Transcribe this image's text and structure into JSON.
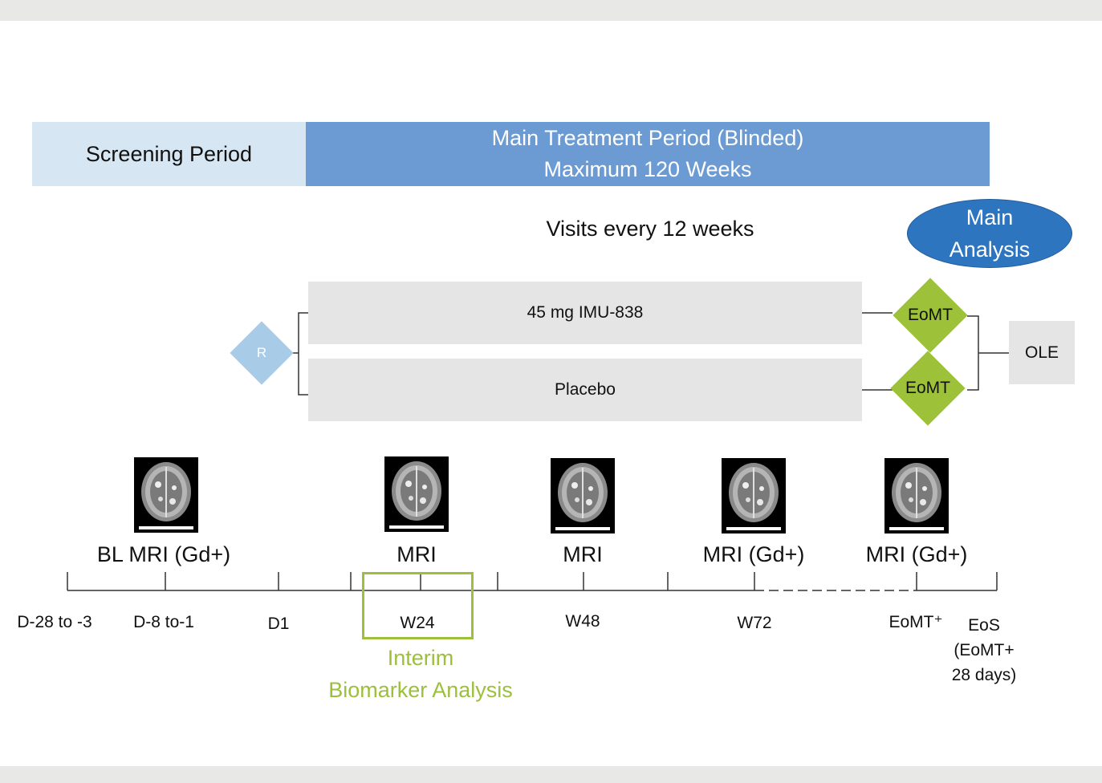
{
  "periods": {
    "screening": "Screening Period",
    "main_line1": "Main Treatment Period (Blinded)",
    "main_line2": "Maximum 120 Weeks"
  },
  "visits_note": "Visits every 12 weeks",
  "main_analysis": {
    "line1": "Main",
    "line2": "Analysis"
  },
  "randomization": "R",
  "arms": {
    "active": "45 mg IMU-838",
    "placebo": "Placebo"
  },
  "eomt": "EoMT",
  "ole": "OLE",
  "mri_labels": [
    "BL MRI (Gd+)",
    "MRI",
    "MRI",
    "MRI (Gd+)",
    "MRI (Gd+)"
  ],
  "timeline": {
    "d28": "D-28 to -3",
    "d8": "D-8 to-1",
    "d1": "D1",
    "w24": "W24",
    "w48": "W48",
    "w72": "W72",
    "eomt_plus": "EoMT⁺",
    "eos_line1": "EoS",
    "eos_line2": "(EoMT+",
    "eos_line3": "28 days)"
  },
  "interim": {
    "line1": "Interim",
    "line2": "Biomarker Analysis"
  },
  "colors": {
    "screening_bg": "#d6e7f3",
    "main_bg": "#6b9bd2",
    "main_analysis_bg": "#2e75c0",
    "randomization": "#a8cbe8",
    "eomt": "#9dc23a",
    "interim": "#9cbf3c",
    "arm_bg": "#e5e5e5"
  }
}
